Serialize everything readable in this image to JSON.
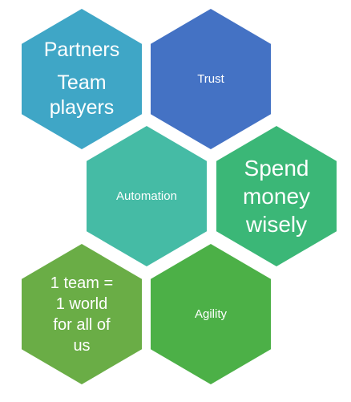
{
  "hexagons": {
    "partners": {
      "lines": [
        "Partners",
        "Team",
        "players"
      ],
      "color": "#3fa6c6"
    },
    "trust": {
      "lines": [
        "Trust"
      ],
      "color": "#4472c4"
    },
    "automation": {
      "lines": [
        "Automation"
      ],
      "color": "#45bba5"
    },
    "spend": {
      "lines": [
        "Spend",
        "money",
        "wisely"
      ],
      "color": "#3bb777"
    },
    "oneteam": {
      "lines": [
        "1 team =",
        "1 world",
        "for all of",
        "us"
      ],
      "color": "#6aad46"
    },
    "agility": {
      "lines": [
        "Agility"
      ],
      "color": "#4cb047"
    }
  }
}
